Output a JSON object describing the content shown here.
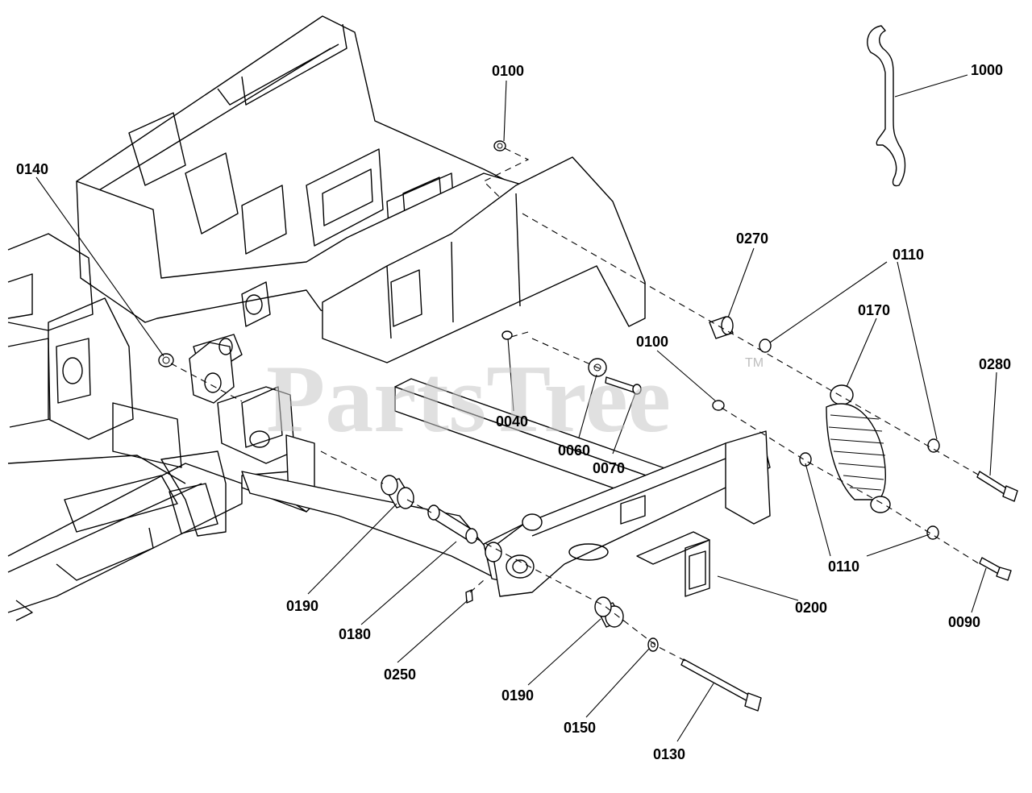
{
  "watermark": {
    "text": "PartsTree",
    "tm": "TM"
  },
  "labels": {
    "l0100a": "0100",
    "l1000": "1000",
    "l0140": "0140",
    "l0270": "0270",
    "l0110a": "0110",
    "l0170": "0170",
    "l0100b": "0100",
    "l0280": "0280",
    "l0040": "0040",
    "l0060": "0060",
    "l0070": "0070",
    "l0110b": "0110",
    "l0200": "0200",
    "l0090": "0090",
    "l0190a": "0190",
    "l0180": "0180",
    "l0250": "0250",
    "l0190b": "0190",
    "l0150": "0150",
    "l0130": "0130"
  }
}
